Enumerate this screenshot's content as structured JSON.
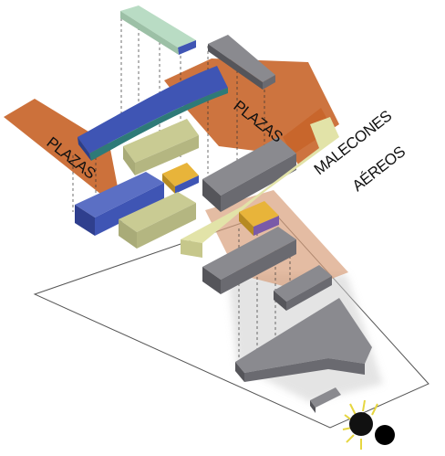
{
  "labels": {
    "plazas_left": "PLAZAS",
    "plazas_center": "PLAZAS",
    "malecones_line1": "MALECONES",
    "malecones_line2": "AÉREOS"
  },
  "palette": {
    "plaza_orange": "#c8652a",
    "block_blue": "#3f55b4",
    "block_gray": "#6f6f74",
    "block_olive": "#c9cb93",
    "block_gold": "#e8b43a",
    "top_mint": "#b9dcc4",
    "ground_outline": "#555555"
  },
  "icons": {
    "compass": "sun-compass-icon"
  }
}
